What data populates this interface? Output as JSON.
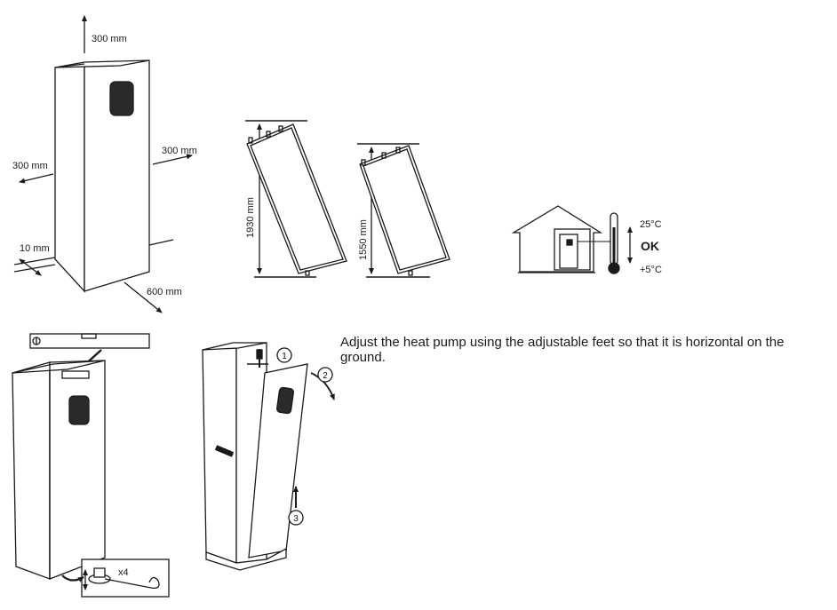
{
  "clearance": {
    "top": "300 mm",
    "left": "300 mm",
    "right": "300 mm",
    "wall_gap": "10 mm",
    "front": "600 mm"
  },
  "tilt": {
    "large_height": "1930 mm",
    "small_height": "1550 mm"
  },
  "temperature": {
    "max": "25°C",
    "status": "OK",
    "min": "+5°C"
  },
  "leveling": {
    "feet_count": "x4"
  },
  "panel_removal": {
    "steps": [
      "1",
      "2",
      "3"
    ]
  },
  "instruction": "Adjust the heat pump using the adjustable feet so that it is horizontal on the ground."
}
